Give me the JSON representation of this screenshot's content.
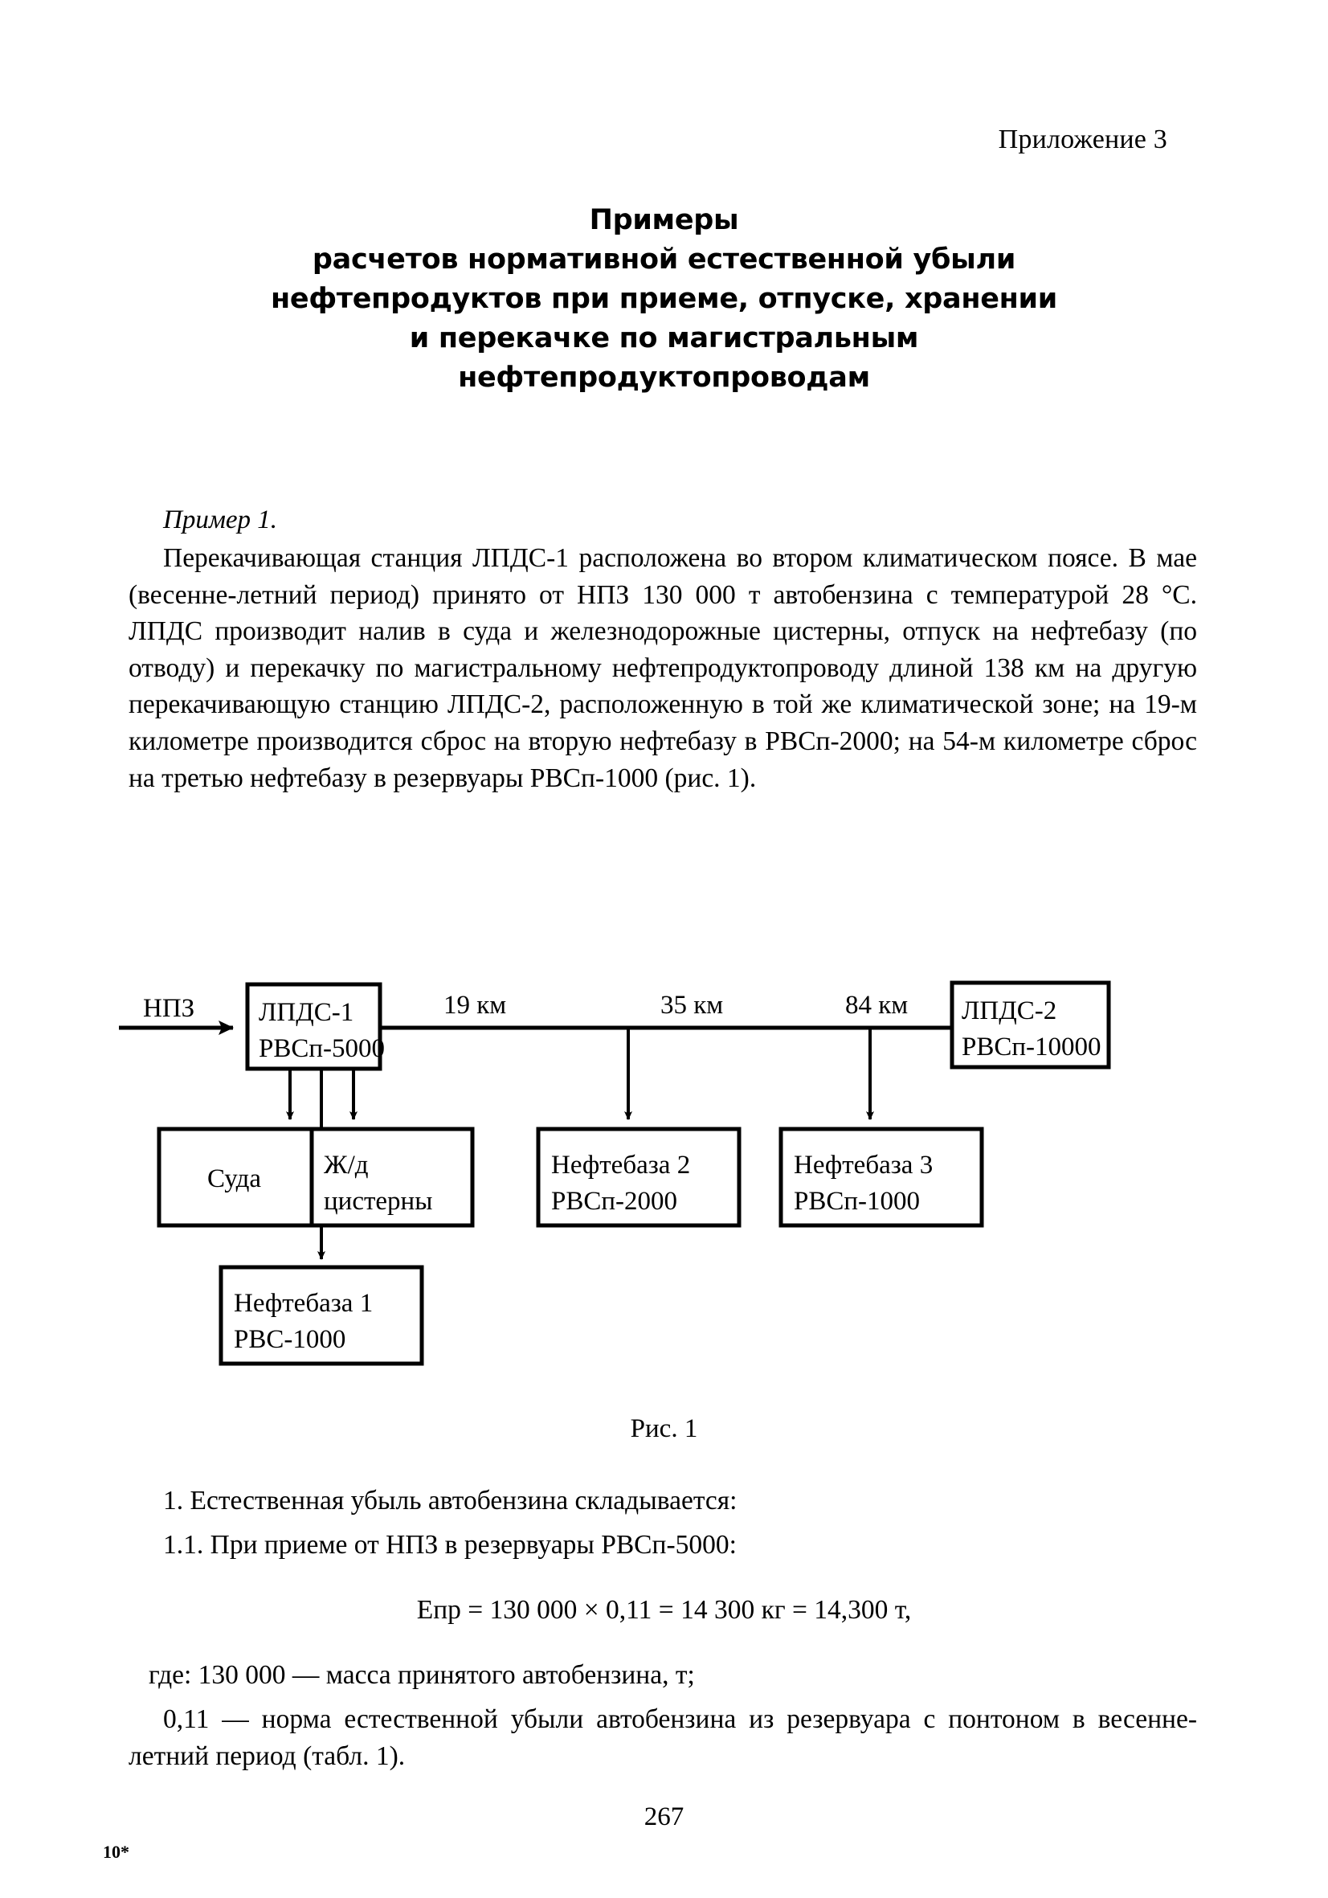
{
  "header": {
    "appendix": "Приложение 3"
  },
  "title": {
    "lines": [
      "Примеры",
      "расчетов нормативной естественной убыли",
      "нефтепродуктов при приеме, отпуске, хранении",
      "и перекачке по магистральным",
      "нефтепродуктопроводам"
    ]
  },
  "body": {
    "example_label": "Пример 1.",
    "paragraph_1": "Перекачивающая станция ЛПДС-1 расположена во втором климатическом поясе. В мае (весенне-летний период) принято от НПЗ 130 000 т автобензина с температурой 28 °С. ЛПДС производит налив в суда и железнодорожные цистерны, отпуск на нефтебазу (по отводу) и перекачку по магистральному нефтепродуктопроводу длиной 138 км на другую перекачивающую станцию ЛПДС-2, расположенную в той же климатической зоне; на 19-м километре производится сброс на вторую нефтебазу в РВСп-2000; на 54-м километре сброс на третью нефтебазу в резервуары РВСп-1000 (рис. 1).",
    "item_1": "1. Естественная убыль автобензина складывается:",
    "item_1_1": "1.1. При приеме от НПЗ в резервуары РВСп-5000:",
    "formula": "Епр = 130 000 × 0,11 = 14 300 кг = 14,300 т,",
    "where_line": "где: 130 000 — масса принятого автобензина, т;",
    "norm_paragraph": "0,11 — норма естественной убыли автобензина из резервуара с понтоном в весенне-летний период (табл. 1)."
  },
  "figure": {
    "caption": "Рис. 1",
    "source_label": "НПЗ",
    "distances": [
      "19 км",
      "35 км",
      "84 км"
    ],
    "nodes": {
      "lpds1": {
        "line1": "ЛПДС-1",
        "line2": "РВСп-5000"
      },
      "lpds2": {
        "line1": "ЛПДС-2",
        "line2": "РВСп-10000"
      },
      "ships": {
        "line1": "Суда",
        "line2": ""
      },
      "rail": {
        "line1": "Ж/д",
        "line2": "цистерны"
      },
      "base2": {
        "line1": "Нефтебаза 2",
        "line2": "РВСп-2000"
      },
      "base3": {
        "line1": "Нефтебаза 3",
        "line2": "РВСп-1000"
      },
      "base1": {
        "line1": "Нефтебаза 1",
        "line2": "РВС-1000"
      }
    }
  },
  "footer": {
    "page_number": "267",
    "signature_mark": "10*"
  },
  "colors": {
    "ink": "#000000",
    "paper": "#ffffff"
  }
}
